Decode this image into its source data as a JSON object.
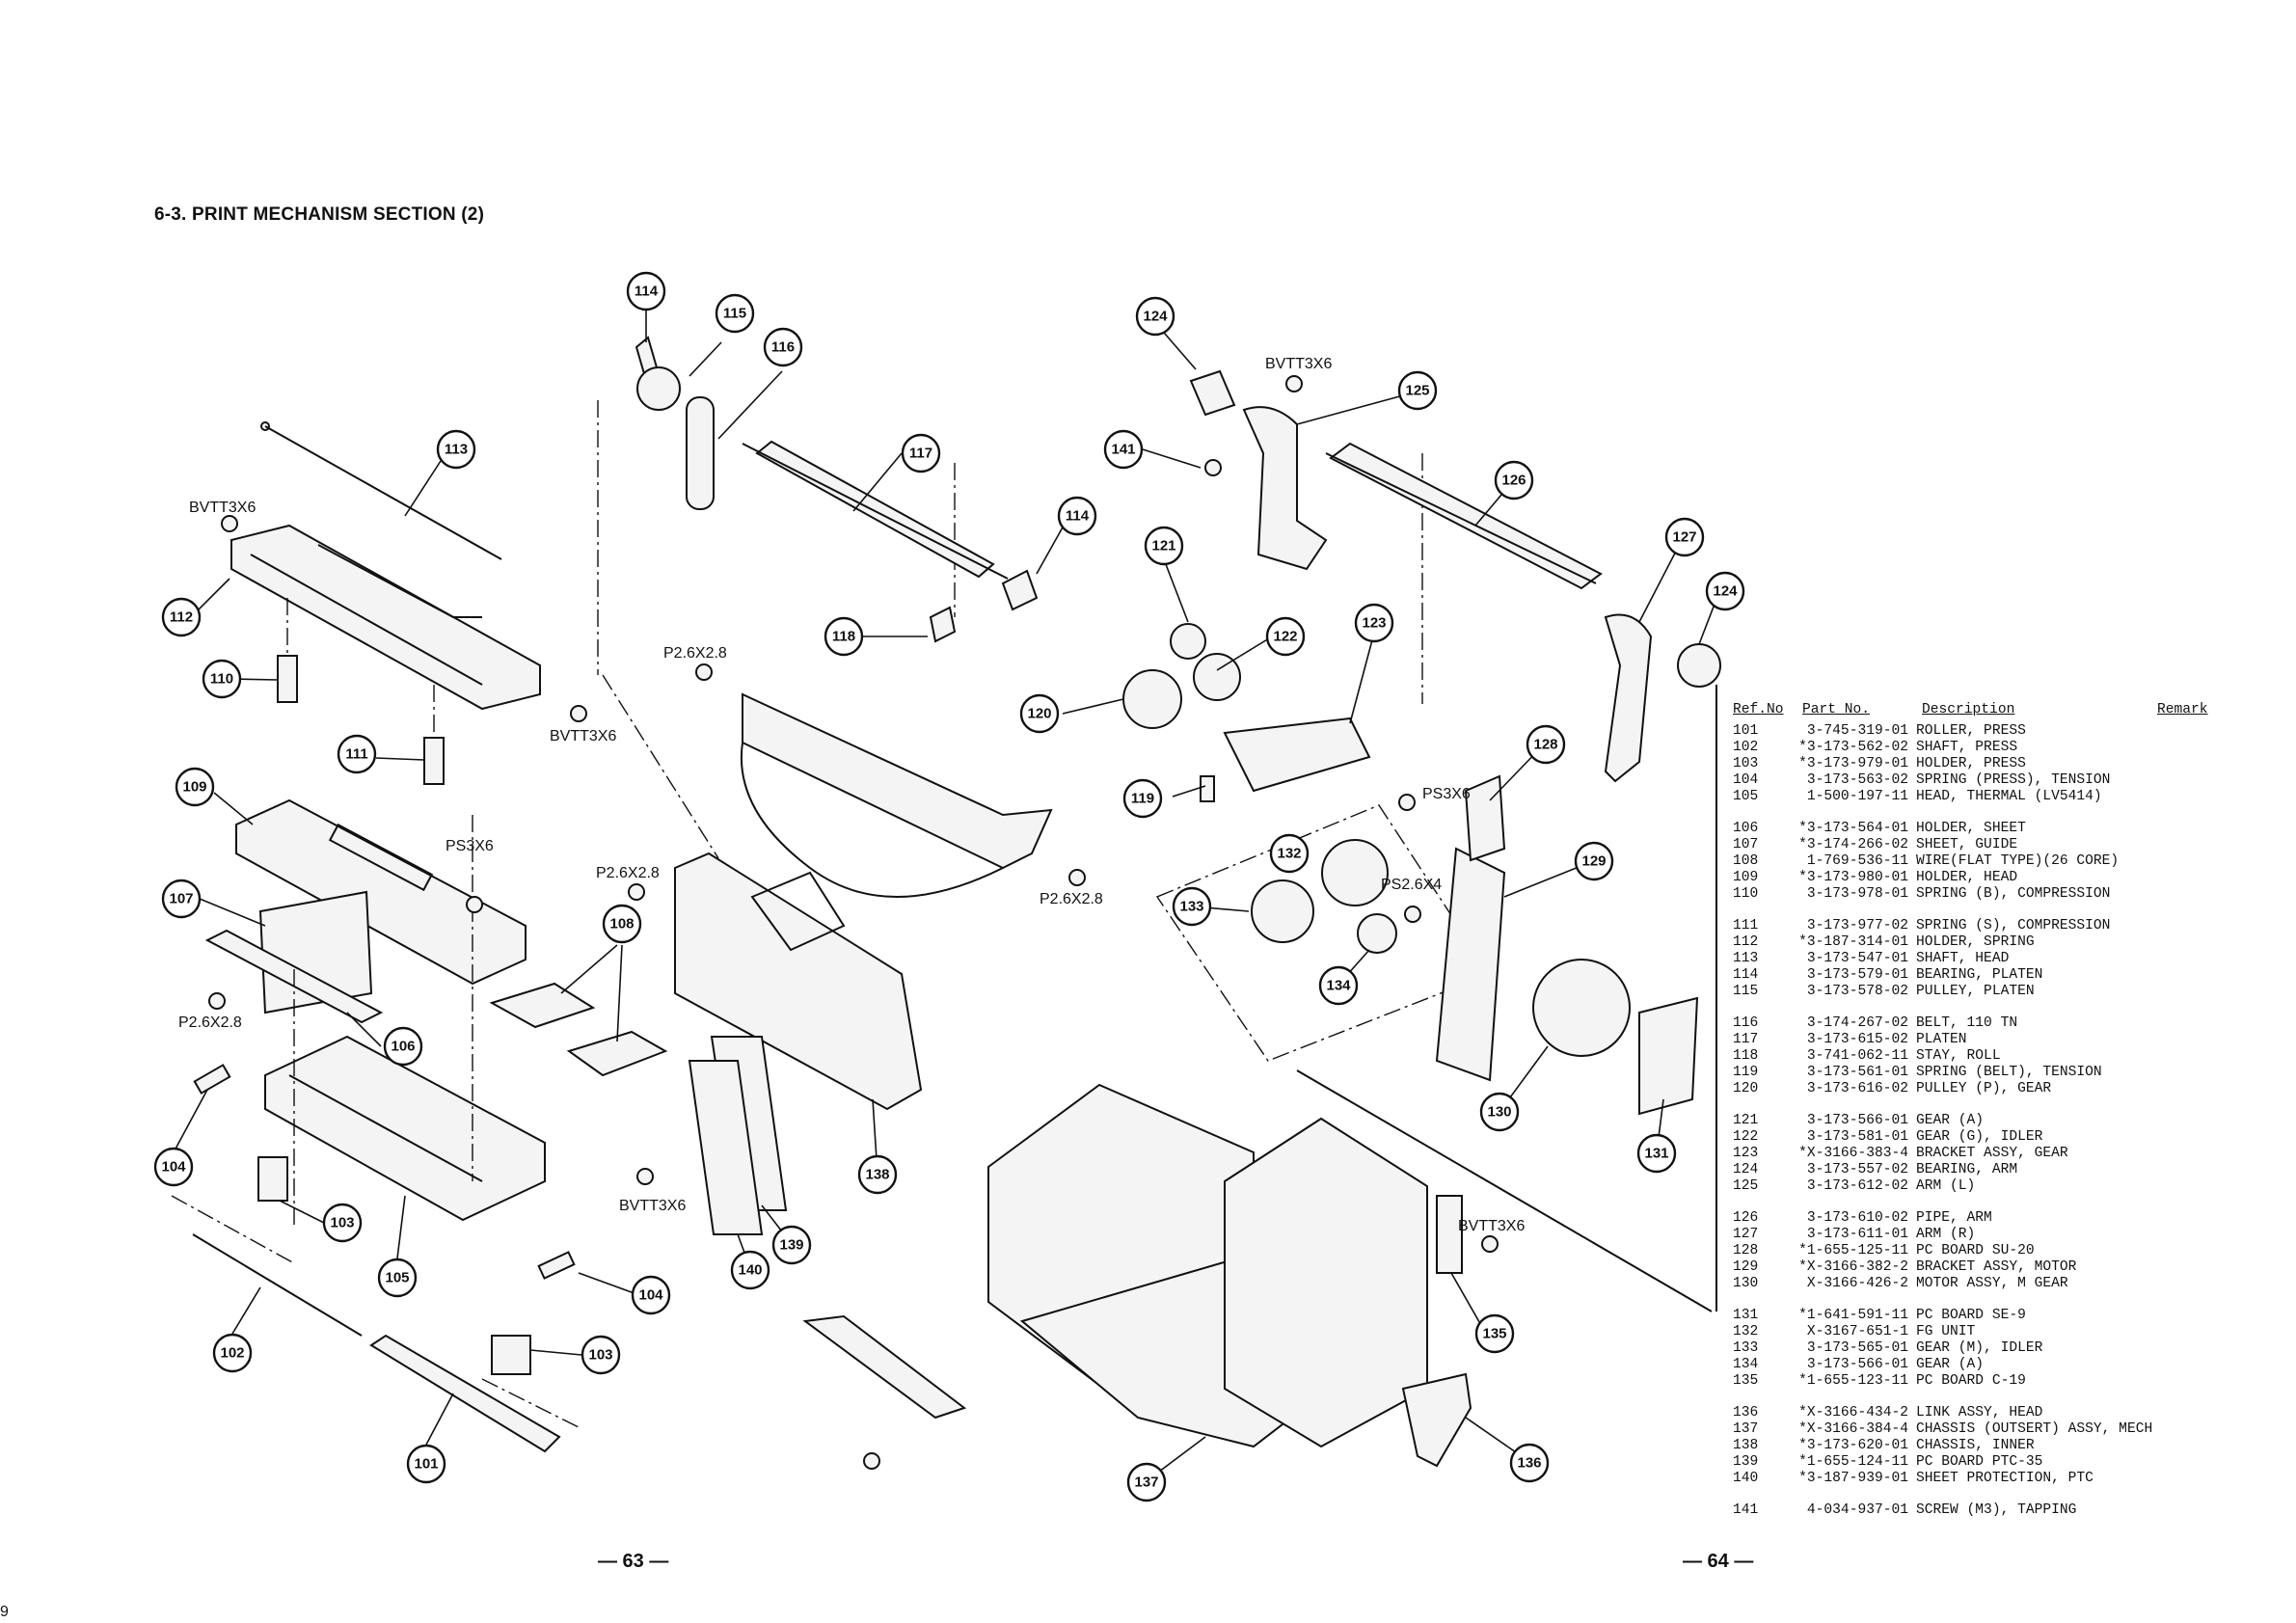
{
  "title": "6-3. PRINT MECHANISM SECTION (2)",
  "page_left": "— 63 —",
  "page_right": "— 64 —",
  "corner_mark": "9",
  "screw_labels": {
    "s1": "BVTT3X6",
    "s2": "BVTT3X6",
    "s3": "PS3X6",
    "s4": "P2.6X2.8",
    "s5": "P2.6X2.8",
    "s6": "P2.6X2.8",
    "s7": "P2.6X2.8",
    "s8": "BVTT3X6",
    "s9": "BVTT3X6",
    "s10": "PS3X6",
    "s11": "PS2.6X4",
    "s12": "BVTT3X6"
  },
  "table": {
    "headers": {
      "ref": "Ref.No",
      "part": "Part No.",
      "desc": "Description",
      "remark": "Remark"
    },
    "groups": [
      [
        {
          "ref": "101",
          "part": "3-745-319-01",
          "desc": "ROLLER, PRESS"
        },
        {
          "ref": "102",
          "part": "*3-173-562-02",
          "desc": "SHAFT, PRESS"
        },
        {
          "ref": "103",
          "part": "*3-173-979-01",
          "desc": "HOLDER, PRESS"
        },
        {
          "ref": "104",
          "part": "3-173-563-02",
          "desc": "SPRING (PRESS), TENSION"
        },
        {
          "ref": "105",
          "part": "1-500-197-11",
          "desc": "HEAD, THERMAL (LV5414)"
        }
      ],
      [
        {
          "ref": "106",
          "part": "*3-173-564-01",
          "desc": "HOLDER, SHEET"
        },
        {
          "ref": "107",
          "part": "*3-174-266-02",
          "desc": "SHEET, GUIDE"
        },
        {
          "ref": "108",
          "part": "1-769-536-11",
          "desc": "WIRE(FLAT TYPE)(26 CORE)"
        },
        {
          "ref": "109",
          "part": "*3-173-980-01",
          "desc": "HOLDER, HEAD"
        },
        {
          "ref": "110",
          "part": "3-173-978-01",
          "desc": "SPRING (B), COMPRESSION"
        }
      ],
      [
        {
          "ref": "111",
          "part": "3-173-977-02",
          "desc": "SPRING (S), COMPRESSION"
        },
        {
          "ref": "112",
          "part": "*3-187-314-01",
          "desc": "HOLDER, SPRING"
        },
        {
          "ref": "113",
          "part": "3-173-547-01",
          "desc": "SHAFT, HEAD"
        },
        {
          "ref": "114",
          "part": "3-173-579-01",
          "desc": "BEARING, PLATEN"
        },
        {
          "ref": "115",
          "part": "3-173-578-02",
          "desc": "PULLEY, PLATEN"
        }
      ],
      [
        {
          "ref": "116",
          "part": "3-174-267-02",
          "desc": "BELT, 110 TN"
        },
        {
          "ref": "117",
          "part": "3-173-615-02",
          "desc": "PLATEN"
        },
        {
          "ref": "118",
          "part": "3-741-062-11",
          "desc": "STAY, ROLL"
        },
        {
          "ref": "119",
          "part": "3-173-561-01",
          "desc": "SPRING (BELT), TENSION"
        },
        {
          "ref": "120",
          "part": "3-173-616-02",
          "desc": "PULLEY (P), GEAR"
        }
      ],
      [
        {
          "ref": "121",
          "part": "3-173-566-01",
          "desc": "GEAR (A)"
        },
        {
          "ref": "122",
          "part": "3-173-581-01",
          "desc": "GEAR (G), IDLER"
        },
        {
          "ref": "123",
          "part": "*X-3166-383-4",
          "desc": "BRACKET ASSY, GEAR"
        },
        {
          "ref": "124",
          "part": "3-173-557-02",
          "desc": "BEARING, ARM"
        },
        {
          "ref": "125",
          "part": "3-173-612-02",
          "desc": "ARM (L)"
        }
      ],
      [
        {
          "ref": "126",
          "part": "3-173-610-02",
          "desc": "PIPE, ARM"
        },
        {
          "ref": "127",
          "part": "3-173-611-01",
          "desc": "ARM (R)"
        },
        {
          "ref": "128",
          "part": "*1-655-125-11",
          "desc": "PC BOARD SU-20"
        },
        {
          "ref": "129",
          "part": "*X-3166-382-2",
          "desc": "BRACKET ASSY, MOTOR"
        },
        {
          "ref": "130",
          "part": "X-3166-426-2",
          "desc": "MOTOR ASSY, M GEAR"
        }
      ],
      [
        {
          "ref": "131",
          "part": "*1-641-591-11",
          "desc": "PC BOARD SE-9"
        },
        {
          "ref": "132",
          "part": "X-3167-651-1",
          "desc": "FG UNIT"
        },
        {
          "ref": "133",
          "part": "3-173-565-01",
          "desc": "GEAR (M), IDLER"
        },
        {
          "ref": "134",
          "part": "3-173-566-01",
          "desc": "GEAR (A)"
        },
        {
          "ref": "135",
          "part": "*1-655-123-11",
          "desc": "PC BOARD C-19"
        }
      ],
      [
        {
          "ref": "136",
          "part": "*X-3166-434-2",
          "desc": "LINK ASSY, HEAD"
        },
        {
          "ref": "137",
          "part": "*X-3166-384-4",
          "desc": "CHASSIS (OUTSERT) ASSY, MECH"
        },
        {
          "ref": "138",
          "part": "*3-173-620-01",
          "desc": "CHASSIS, INNER"
        },
        {
          "ref": "139",
          "part": "*1-655-124-11",
          "desc": "PC BOARD PTC-35"
        },
        {
          "ref": "140",
          "part": "*3-187-939-01",
          "desc": "SHEET PROTECTION, PTC"
        }
      ],
      [
        {
          "ref": "141",
          "part": "4-034-937-01",
          "desc": "SCREW (M3), TAPPING"
        }
      ]
    ]
  },
  "callouts": {
    "c101": "101",
    "c102": "102",
    "c103a": "103",
    "c103b": "103",
    "c104a": "104",
    "c104b": "104",
    "c105": "105",
    "c106": "106",
    "c107": "107",
    "c108": "108",
    "c109": "109",
    "c110": "110",
    "c111": "111",
    "c112": "112",
    "c113": "113",
    "c114a": "114",
    "c114b": "114",
    "c115": "115",
    "c116": "116",
    "c117": "117",
    "c118": "118",
    "c119": "119",
    "c120": "120",
    "c121": "121",
    "c122": "122",
    "c123": "123",
    "c124a": "124",
    "c124b": "124",
    "c125": "125",
    "c126": "126",
    "c127": "127",
    "c128": "128",
    "c129": "129",
    "c130": "130",
    "c131": "131",
    "c132": "132",
    "c133": "133",
    "c134": "134",
    "c135": "135",
    "c136": "136",
    "c137": "137",
    "c138": "138",
    "c139": "139",
    "c140": "140",
    "c141": "141"
  }
}
